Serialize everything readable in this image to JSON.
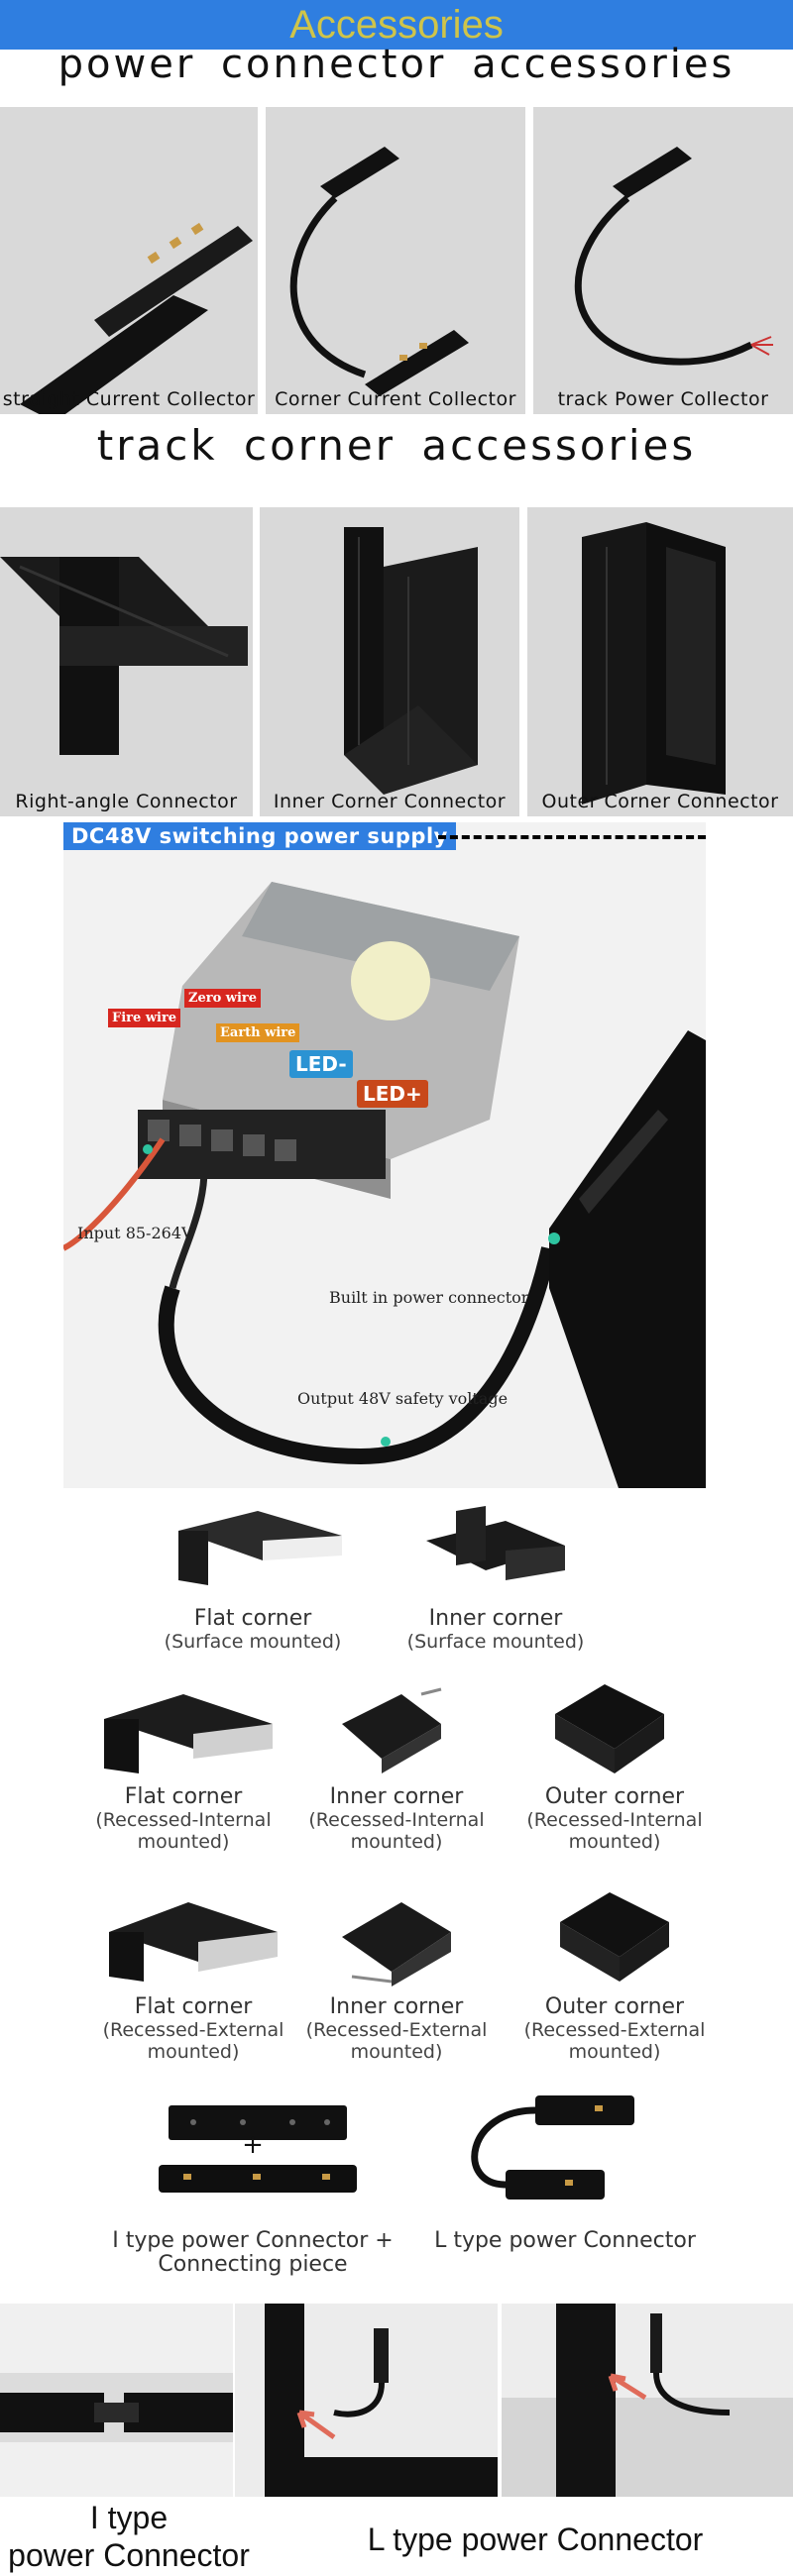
{
  "banner": {
    "title": "Accessories"
  },
  "power_section": {
    "heading": "power connector accessories",
    "tiles": [
      {
        "label": "straight Current Collector"
      },
      {
        "label": "Corner Current Collector"
      },
      {
        "label": "track Power Collector"
      }
    ]
  },
  "corner_section": {
    "heading": "track corner accessories",
    "tiles": [
      {
        "label": "Right-angle Connector"
      },
      {
        "label": "Inner Corner Connector"
      },
      {
        "label": "Outer Corner Connector"
      }
    ]
  },
  "power_supply": {
    "tag": "DC48V switching power supply",
    "wires": {
      "fire": "Fire wire",
      "zero": "Zero wire",
      "earth": "Earth wire"
    },
    "led_minus": "LED-",
    "led_plus": "LED+",
    "input": "Input 85-264V",
    "built_in": "Built in power connector",
    "output": "Output 48V safety voltage"
  },
  "corner_types": {
    "row1": [
      {
        "name": "Flat corner",
        "sub": "(Surface mounted)"
      },
      {
        "name": "Inner corner",
        "sub": "(Surface mounted)"
      }
    ],
    "row2": [
      {
        "name": "Flat corner",
        "sub1": "(Recessed-Internal",
        "sub2": "mounted)"
      },
      {
        "name": "Inner corner",
        "sub1": "(Recessed-Internal",
        "sub2": "mounted)"
      },
      {
        "name": "Outer corner",
        "sub1": "(Recessed-Internal",
        "sub2": "mounted)"
      }
    ],
    "row3": [
      {
        "name": "Flat corner",
        "sub1": "(Recessed-External",
        "sub2": "mounted)"
      },
      {
        "name": "Inner corner",
        "sub1": "(Recessed-External",
        "sub2": "mounted)"
      },
      {
        "name": "Outer corner",
        "sub1": "(Recessed-External",
        "sub2": "mounted)"
      }
    ]
  },
  "connectors": {
    "plus": "+",
    "i_type_line1": "I type power Connector +",
    "i_type_line2": "Connecting piece",
    "l_type": "L type power Connector"
  },
  "bottom": {
    "i_type_line1": "I type",
    "i_type_line2": "power Connector",
    "l_type": "L type power Connector"
  },
  "colors": {
    "banner": "#2f7ee0",
    "banner_text": "#cfc44a",
    "tile_bg": "#d9d9d9",
    "track": "#141414"
  }
}
